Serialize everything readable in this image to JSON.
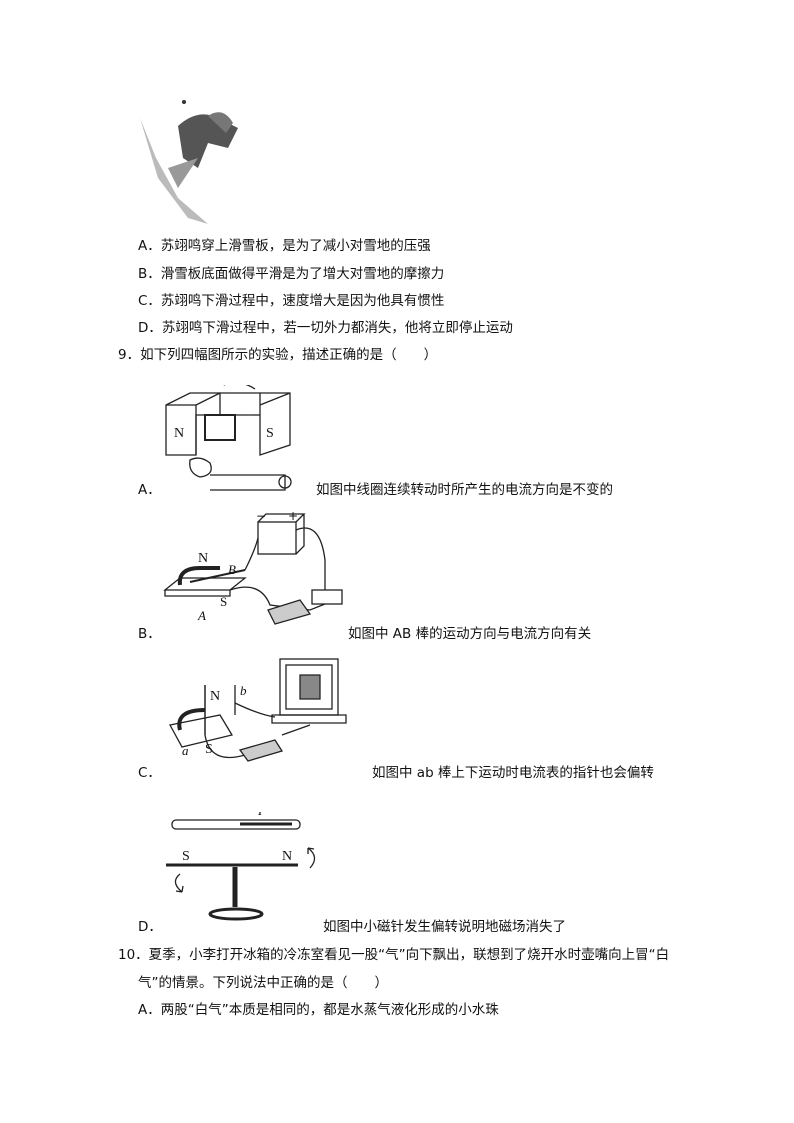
{
  "q8": {
    "options": [
      "A．苏翊鸣穿上滑雪板，是为了减小对雪地的压强",
      "B．滑雪板底面做得平滑是为了增大对雪地的摩擦力",
      "C．苏翊鸣下滑过程中，速度增大是因为他具有惯性",
      "D．苏翊鸣下滑过程中，若一切外力都消失，他将立即停止运动"
    ]
  },
  "q9": {
    "stem": "9．如下列四幅图所示的实验，描述正确的是（　　）",
    "options": [
      {
        "label": "A．",
        "text": "如图中线圈连续转动时所产生的电流方向是不变的",
        "fig_labels": [
          "N",
          "S"
        ]
      },
      {
        "label": "B．",
        "text": "如图中 AB 棒的运动方向与电流方向有关",
        "fig_labels": [
          "N",
          "B",
          "A",
          "S",
          "−",
          "+"
        ]
      },
      {
        "label": "C．",
        "text": "如图中 ab 棒上下运动时电流表的指针也会偏转",
        "fig_labels": [
          "N",
          "b",
          "a",
          "S"
        ]
      },
      {
        "label": "D．",
        "text": "如图中小磁针发生偏转说明地磁场消失了",
        "fig_labels": [
          "I",
          "S",
          "N"
        ]
      }
    ]
  },
  "q10": {
    "stem_line1": "10．夏季，小李打开冰箱的冷冻室看见一股“气”向下飘出，联想到了烧开水时壶嘴向上冒“白",
    "stem_line2": "气”的情景。下列说法中正确的是（　　）",
    "options": [
      "A．两股“白气”本质是相同的，都是水蒸气液化形成的小水珠"
    ]
  }
}
